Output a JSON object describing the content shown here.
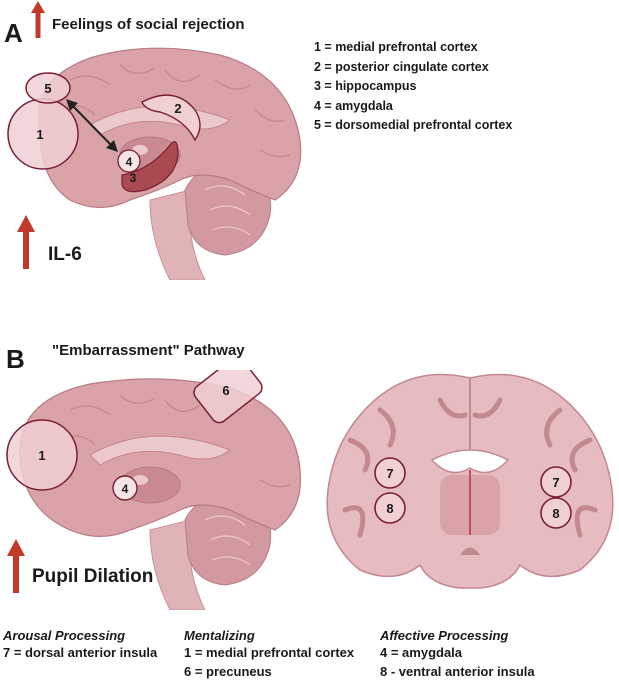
{
  "panel_a": {
    "letter": "A",
    "title": "Feelings of social rejection",
    "effect_label": "IL-6",
    "legend": [
      "1 = medial prefrontal cortex",
      "2 = posterior cingulate cortex",
      "3 = hippocampus",
      "4 = amygdala",
      "5 = dorsomedial prefrontal cortex"
    ],
    "region_markers": [
      "1",
      "2",
      "3",
      "4",
      "5"
    ]
  },
  "panel_b": {
    "letter": "B",
    "title": "\"Embarrassment\" Pathway",
    "effect_label": "Pupil Dilation",
    "sagittal_markers": [
      "1",
      "4",
      "6"
    ],
    "coronal_markers": [
      "7",
      "8",
      "7",
      "8"
    ]
  },
  "footer": {
    "groups": [
      {
        "heading": "Arousal Processing",
        "lines": [
          "7 = dorsal anterior insula"
        ]
      },
      {
        "heading": "Mentalizing",
        "lines": [
          "1 = medial prefrontal cortex",
          "6 = precuneus"
        ]
      },
      {
        "heading": "Affective Processing",
        "lines": [
          "4 = amygdala",
          "8 - ventral anterior insula"
        ]
      }
    ]
  },
  "colors": {
    "arrow_up": "#c0392b",
    "brain_fill": "#d9a3a8",
    "brain_dark": "#b97a82",
    "region_outline": "#7a1f35",
    "hippocampus": "#a84a4f"
  }
}
